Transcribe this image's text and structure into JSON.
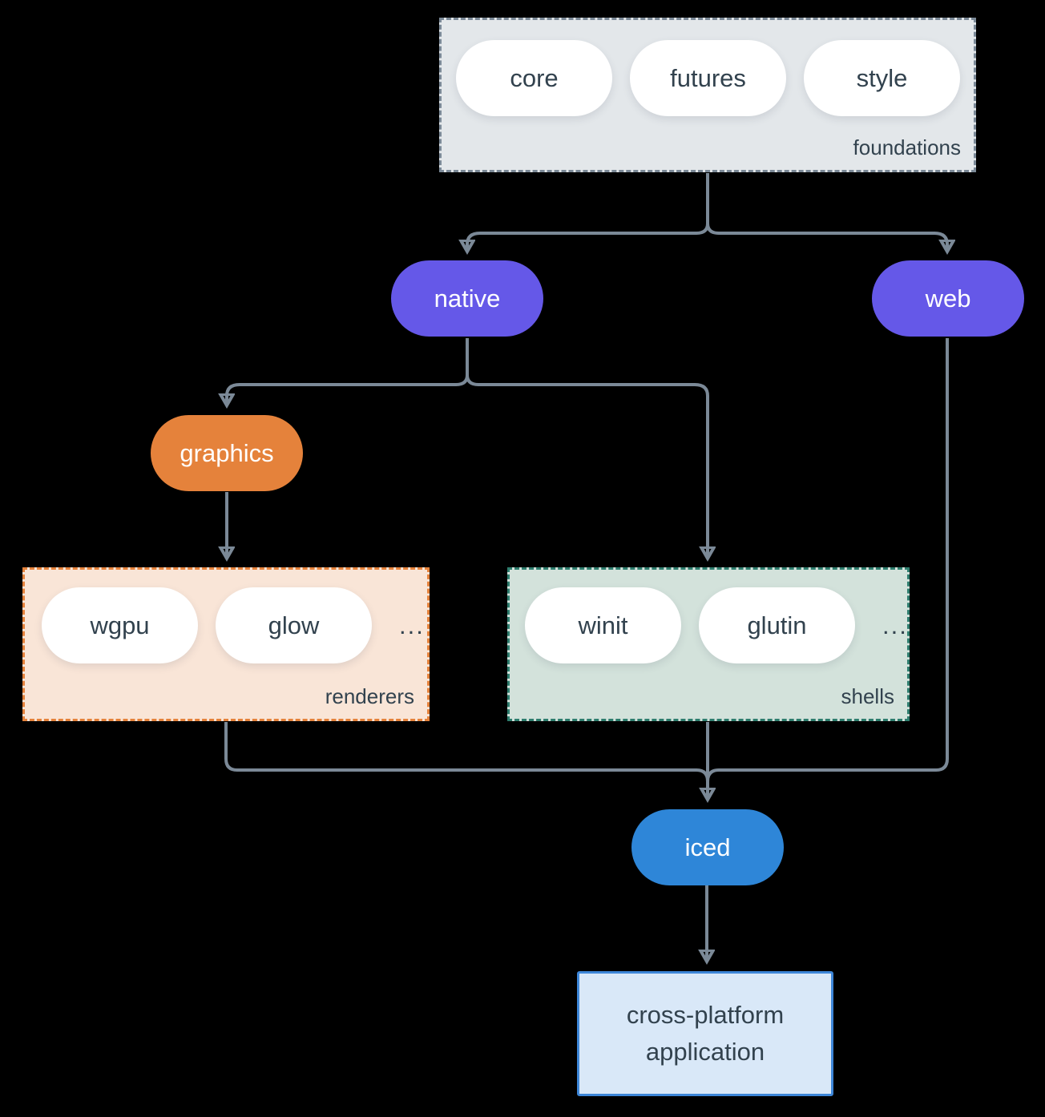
{
  "diagram": {
    "foundations": {
      "label": "foundations",
      "pills": [
        "core",
        "futures",
        "style"
      ]
    },
    "native": {
      "label": "native"
    },
    "web": {
      "label": "web"
    },
    "graphics": {
      "label": "graphics"
    },
    "renderers": {
      "label": "renderers",
      "pills": [
        "wgpu",
        "glow"
      ],
      "ellipsis": "..."
    },
    "shells": {
      "label": "shells",
      "pills": [
        "winit",
        "glutin"
      ],
      "ellipsis": "..."
    },
    "iced": {
      "label": "iced"
    },
    "application": {
      "label": "cross-platform application"
    }
  },
  "colors": {
    "background": "#000000",
    "connector": "#7b8997",
    "node_purple": "#6558e8",
    "node_orange": "#e5823b",
    "node_blue": "#2e86d8",
    "foundations_fill": "#e3e7ea",
    "foundations_border": "#7b8997",
    "renderers_fill": "#f9e5d7",
    "renderers_border": "#e5823b",
    "shells_fill": "#d3e2db",
    "shells_border": "#2e7d6e",
    "app_fill": "#d9e8f8",
    "app_border": "#3d86d8",
    "pill_fill": "#ffffff",
    "text_dark": "#32424e",
    "text_light": "#ffffff"
  }
}
